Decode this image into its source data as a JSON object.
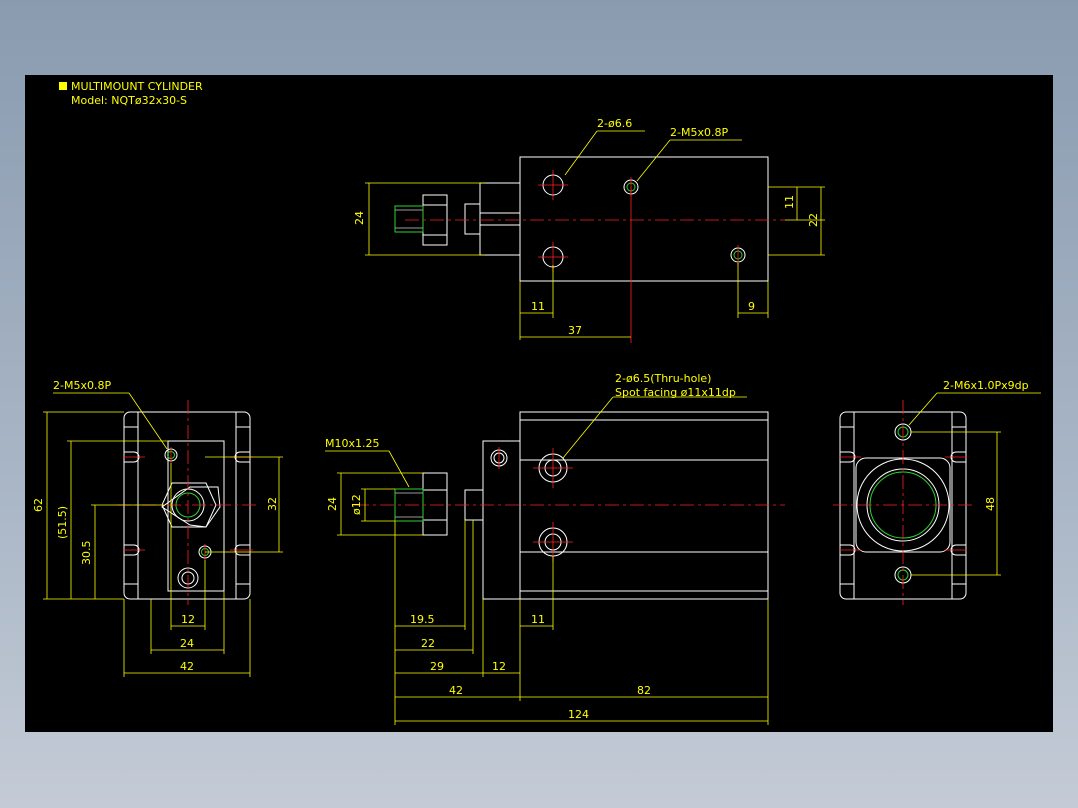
{
  "title": {
    "line1": "MULTIMOUNT CYLINDER",
    "line2": "Model: NQTø32x30-S"
  },
  "top_view": {
    "callout_hole": "2-ø6.6",
    "callout_thread": "2-M5x0.8P",
    "dim_height": "24",
    "dim_11_right": "11",
    "dim_22": "22",
    "dim_11_bottom": "11",
    "dim_9": "9",
    "dim_37": "37"
  },
  "left_view": {
    "callout_thread": "2-M5x0.8P",
    "dim_62": "62",
    "dim_51_5": "(51.5)",
    "dim_30_5": "30.5",
    "dim_32": "32",
    "dim_12": "12",
    "dim_24": "24",
    "dim_42": "42"
  },
  "front_view": {
    "callout_hole_line1": "2-ø6.5(Thru-hole)",
    "callout_hole_line2": "Spot facing ø11x11dp",
    "callout_rod": "M10x1.25",
    "dim_24": "24",
    "dim_d12": "ø12",
    "dim_19_5": "19.5",
    "dim_22": "22",
    "dim_29": "29",
    "dim_12": "12",
    "dim_11": "11",
    "dim_42": "42",
    "dim_82": "82",
    "dim_124": "124"
  },
  "right_view": {
    "callout_thread": "2-M6x1.0Px9dp",
    "dim_48": "48"
  },
  "colors": {
    "background": "#000000",
    "outline": "#ffffff",
    "dimension": "#ffff00",
    "centerline": "#ff2020",
    "thread": "#2bd22b"
  }
}
